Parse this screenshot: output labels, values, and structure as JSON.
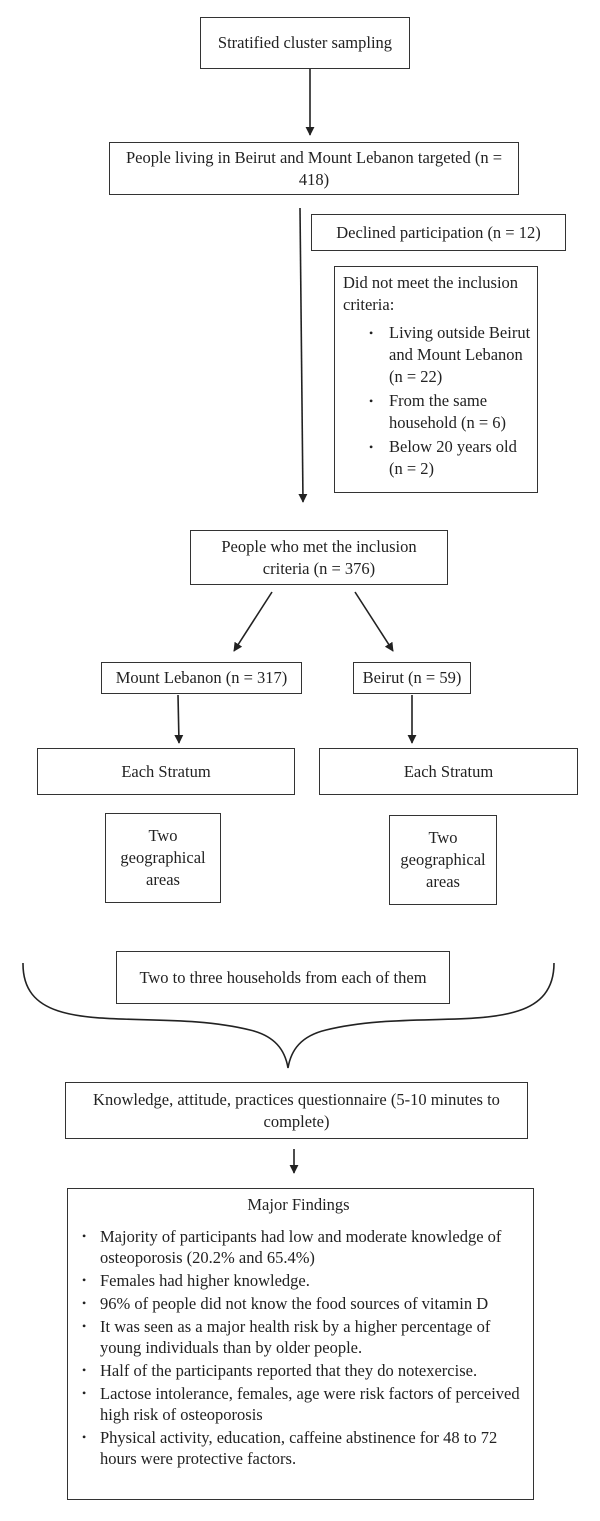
{
  "nodes": {
    "sampling": "Stratified cluster sampling",
    "targeted": "People living in Beirut and Mount Lebanon targeted (n = 418)",
    "declined": "Declined participation (n = 12)",
    "not_met": {
      "title": "Did not meet the inclusion criteria:",
      "items": [
        "Living outside Beirut and Mount Lebanon (n = 22)",
        "From the same household (n = 6)",
        "Below 20 years old (n = 2)"
      ]
    },
    "met": "People who met the inclusion criteria (n = 376)",
    "mount_lebanon": "Mount Lebanon (n = 317)",
    "beirut": "Beirut (n = 59)",
    "stratum_left": "Each Stratum",
    "stratum_right": "Each Stratum",
    "geo_left": "Two geographical areas",
    "geo_right": "Two geographical areas",
    "households": "Two to three households from each of them",
    "questionnaire": "Knowledge, attitude, practices questionnaire (5-10 minutes to complete)"
  },
  "findings": {
    "title": "Major Findings",
    "items": [
      "Majority of participants had low and moderate knowledge of osteoporosis (20.2% and 65.4%)",
      "Females had higher knowledge.",
      "96% of people did not know the food sources of vitamin D",
      "It was seen as a major health risk by a higher percentage of young individuals than by older people.",
      "Half of the participants reported that they do notexercise.",
      "Lactose intolerance, females, age were risk factors of perceived high risk of osteoporosis",
      "Physical activity, education, caffeine abstinence for 48 to 72 hours were protective factors."
    ]
  }
}
